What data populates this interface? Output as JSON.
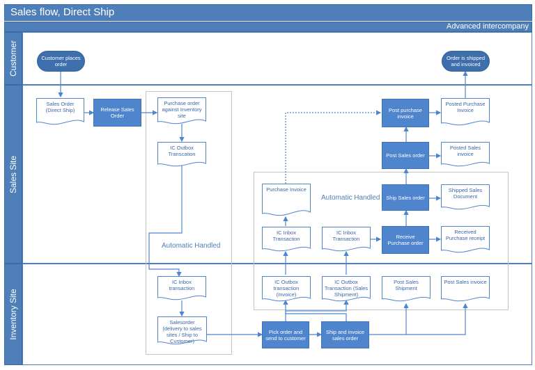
{
  "diagram": {
    "title": "Sales flow, Direct Ship",
    "subtitle": "Advanced intercompany",
    "lanes": {
      "customer": "Customer",
      "sales": "Sales Site",
      "inventory": "Inventory Site"
    },
    "regions": {
      "automatic_left": "Automatic Handled",
      "automatic_right": "Automatic Handled"
    },
    "nodes": {
      "customer_places_order": "Customer places order",
      "order_shipped_invoiced": "Order is shipped and invoiced",
      "sales_order_direct_ship": "Sales Order (Direct Ship)",
      "release_sales_order": "Release Sales Order",
      "purchase_order_inventory": "Purchase order against Inventory site",
      "ic_outbox_transaction": "IC Outbox Transcation",
      "post_purchase_invoice": "Post purchase invoice",
      "posted_purchase_invoice": "Posted Purchase Invoice",
      "post_sales_order": "Post Sales order",
      "posted_sales_invoice": "Posted Sales invoice",
      "purchase_invoice": "Purchase Invoice",
      "ship_sales_order": "Ship Sales order",
      "shipped_sales_document": "Shipped Sales Document",
      "ic_inbox_transaction_a": "IC Inbox Transaction",
      "ic_inbox_transaction_b": "IC Inbox Transaction",
      "receive_purchase_order": "Receive Purchase order",
      "received_purchase_receipt": "Received Purchase receipt",
      "ic_inbox_transaction_inv": "IC Inbox transaction",
      "ic_outbox_transaction_invoice": "IC Outbox transaction (Invoice)",
      "ic_outbox_transaction_shipment": "IC Outbox Transaction (Sales Shipment)",
      "post_sales_shipment": "Post Sales Shipment",
      "post_sales_invoice": "Post Sales invoice",
      "salesorder_delivery": "Salesorder (delivery to sales sites / Ship to Customer)",
      "pick_order_send": "Pick order and send to customer",
      "ship_invoice_sales_order": "Ship and invoice sales order"
    }
  }
}
